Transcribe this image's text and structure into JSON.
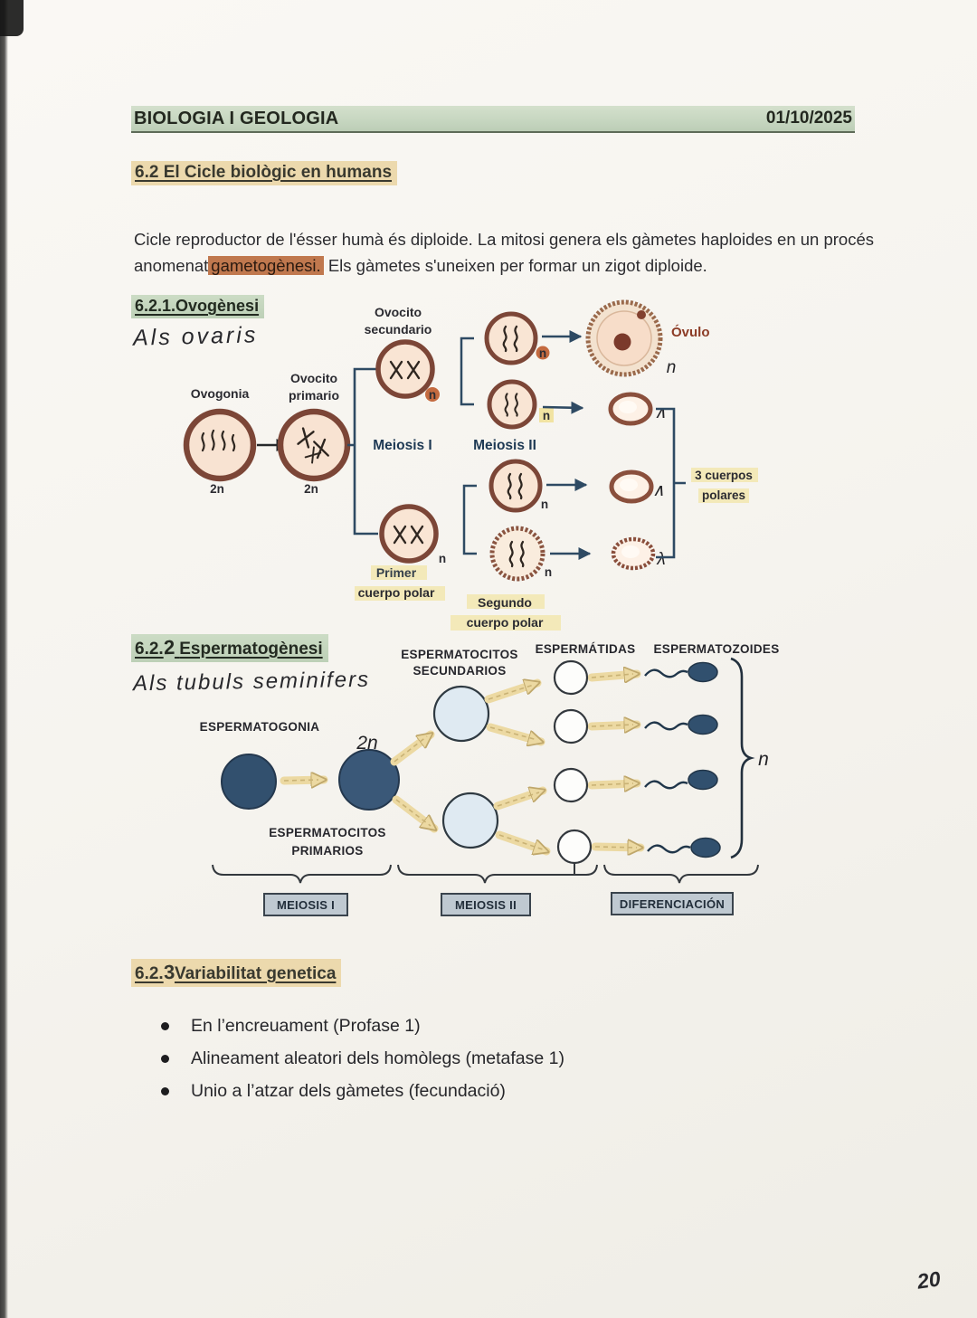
{
  "header": {
    "title": "BIOLOGIA I GEOLOGIA",
    "date": "01/10/2025"
  },
  "section": {
    "title": "6.2 El Cicle biològic en humans"
  },
  "intro": {
    "before": "Cicle reproductor de l'ésser humà és diploide. La mitosi genera els gàmetes haploides en un procés anomenat",
    "highlighted": "gametogènesi.",
    "after": "Els gàmetes s'uneixen per formar un zigot diploide."
  },
  "ovogenesi": {
    "heading": "6.2.1.Ovogènesi",
    "note": "Als ovaris",
    "labels": {
      "ovogonia": "Ovogonia",
      "ovocito_primario_1": "Ovocito",
      "ovocito_primario_2": "primario",
      "ovocito_secundario_1": "Ovocito",
      "ovocito_secundario_2": "secundario",
      "meiosis_1": "Meiosis I",
      "meiosis_2": "Meiosis II",
      "ovulo": "Óvulo",
      "primer_cuerpo_1": "Primer",
      "primer_cuerpo_2": "cuerpo polar",
      "segundo_cuerpo_1": "Segundo",
      "segundo_cuerpo_2": "cuerpo polar",
      "cuerpos_polares_1": "3 cuerpos",
      "cuerpos_polares_2": "polares",
      "n2": "2n",
      "n": "n"
    },
    "hand_marks": [
      "n",
      "∧",
      "∧",
      "λ"
    ]
  },
  "espermatogenesi": {
    "heading_prefix": "6.2.",
    "heading_num": "2",
    "heading_rest": "Espermatogènesi",
    "note": "Als tubuls seminifers",
    "labels": {
      "espermatogonia": "ESPERMATOGONIA",
      "esp_primarios_1": "ESPERMATOCITOS",
      "esp_primarios_2": "PRIMARIOS",
      "esp_secundarios_1": "ESPERMATOCITOS",
      "esp_secundarios_2": "SECUNDARIOS",
      "espermatidas": "ESPERMÁTIDAS",
      "espermatozoides": "ESPERMATOZOIDES",
      "meiosis_1": "MEIOSIS I",
      "meiosis_2": "MEIOSIS II",
      "diferenciacion": "DIFERENCIACIÓN",
      "n2": "2n",
      "n": "n"
    }
  },
  "variabilitat": {
    "heading_prefix": "6.2.",
    "heading_num": "3",
    "heading_rest": "Variabilitat genetica",
    "bullets": [
      "En l’encreuament (Profase 1)",
      "Alineament aleatori dels homòlegs (metafase 1)",
      "Unio a l’atzar dels gàmetes (fecundació)"
    ]
  },
  "page_number": "20",
  "colors": {
    "header_green": "#c6d6c0",
    "highlight_tan": "#ecd9ad",
    "highlight_orange": "#c0784e",
    "highlight_green": "#c3d4bd",
    "highlight_yellow": "#f2e3ae",
    "cell_fill": "#f8e3d2",
    "cell_border": "#7c4637",
    "navy_cell": "#32506e",
    "light_blue_cell": "#dfeaf2",
    "arrow_yellow": "#ecd9a2",
    "phase_box_gray": "#bfc9d1",
    "ink": "#2b2b2b"
  }
}
